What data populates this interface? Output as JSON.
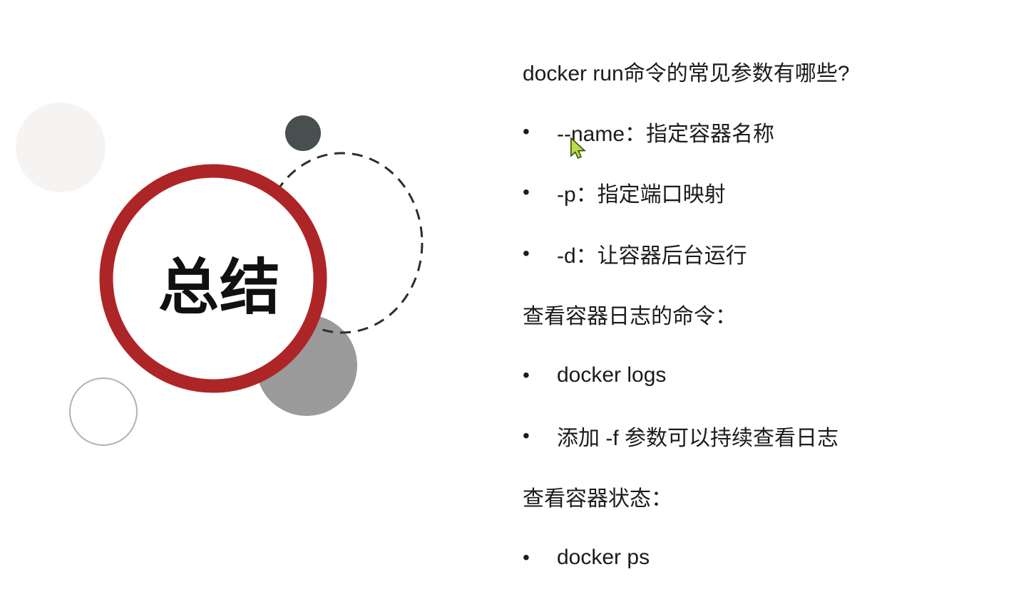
{
  "badge": {
    "title": "总结",
    "ring_color": "#ae2527",
    "fill_color": "#ffffff",
    "text_color": "#111111"
  },
  "decor": {
    "light_circle_color": "#f5f4f2",
    "dark_circle_color": "#48504f",
    "gray_circle_color": "#9a9a9a",
    "dash_color": "#2e2e2e",
    "outline_circle_stroke": "#b2b2b2",
    "outline_circle_fill": "#ffffff"
  },
  "content": {
    "text_color": "#1b1b1b",
    "bullet_glyph": "•",
    "rows": [
      {
        "type": "heading",
        "text": "docker run命令的常见参数有哪些?"
      },
      {
        "type": "bullet",
        "text": "--name：指定容器名称"
      },
      {
        "type": "bullet",
        "text": "-p：指定端口映射"
      },
      {
        "type": "bullet",
        "text": "-d：让容器后台运行"
      },
      {
        "type": "heading",
        "text": "查看容器日志的命令："
      },
      {
        "type": "bullet",
        "text": "docker logs"
      },
      {
        "type": "bullet",
        "text": "添加 -f 参数可以持续查看日志"
      },
      {
        "type": "heading",
        "text": "查看容器状态："
      },
      {
        "type": "bullet",
        "text": "docker ps"
      }
    ]
  },
  "cursor": {
    "name": "highlighted-arrow-cursor",
    "fill": "#b9dd45",
    "outline": "#3e4d1c"
  }
}
